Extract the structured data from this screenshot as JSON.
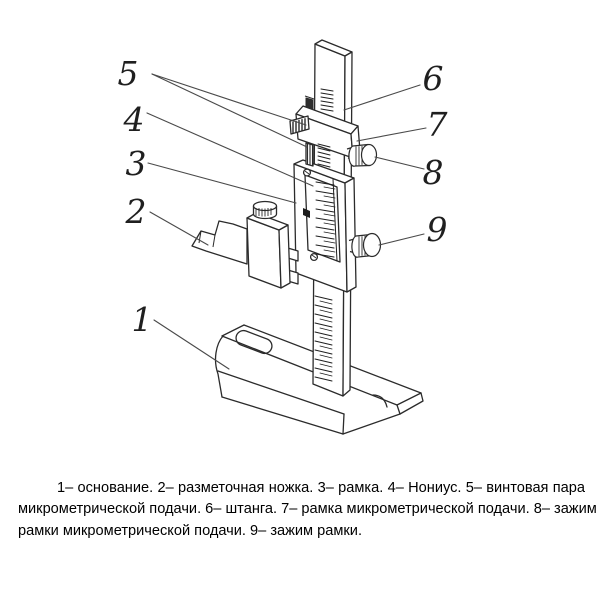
{
  "figure": {
    "labels": [
      "1",
      "2",
      "3",
      "4",
      "5",
      "6",
      "7",
      "8",
      "9"
    ],
    "parts": {
      "1": "основание",
      "2": "разметочная ножка",
      "3": "рамка",
      "4": "Нониус",
      "5": "винтовая пара микрометрической подачи",
      "6": "штанга",
      "7": "рамка микрометрической подачи",
      "8": "зажим рамки микрометрической подачи",
      "9": "зажим рамки"
    }
  },
  "caption": {
    "lines": [
      "1– основание. 2– разметочная ножка. 3– рамка. 4– Нониус. 5– винтовая пара",
      "микрометрической подачи. 6– штанга. 7– рамка микрометрической подачи. 8– зажим",
      "рамки микрометрической подачи. 9– зажим рамки."
    ]
  },
  "colors": {
    "ink": "#2b2b2b",
    "leader": "#4a4a4a",
    "paper": "#ffffff"
  }
}
